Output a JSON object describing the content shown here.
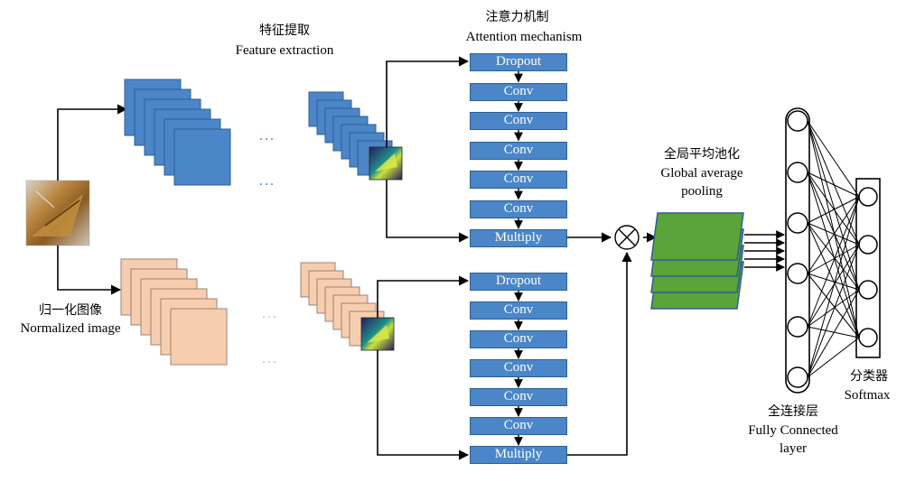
{
  "labels": {
    "feature_extraction_cn": "特征提取",
    "feature_extraction_en": "Feature extraction",
    "attention_cn": "注意力机制",
    "attention_en": "Attention mechanism",
    "normalized_cn": "归一化图像",
    "normalized_en": "Normalized image",
    "gap_cn": "全局平均池化",
    "gap_en_1": "Global average",
    "gap_en_2": "pooling",
    "fc_cn": "全连接层",
    "fc_en_1": "Fully Connected",
    "fc_en_2": "layer",
    "softmax_cn": "分类器",
    "softmax_en": "Softmax",
    "dots": "..."
  },
  "top_branch": [
    "Dropout",
    "Conv",
    "Conv",
    "Conv",
    "Conv",
    "Conv",
    "Multiply"
  ],
  "bottom_branch": [
    "Dropout",
    "Conv",
    "Conv",
    "Conv",
    "Conv",
    "Conv",
    "Multiply"
  ],
  "colors": {
    "blue_fill": "#4a86c8",
    "blue_border": "#2e5f93",
    "peach_fill": "#f7cdb0",
    "peach_border": "#9c8470",
    "green_fill": "#5aa43a",
    "green_border": "#2e5f93",
    "blue_dots": "#4a86c8",
    "peach_dots": "#e8b896"
  }
}
